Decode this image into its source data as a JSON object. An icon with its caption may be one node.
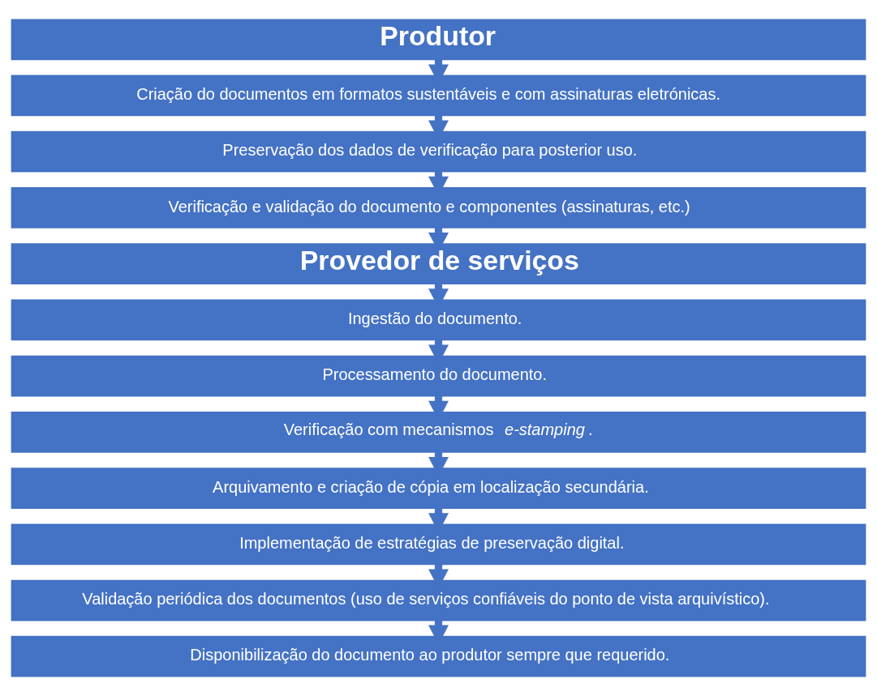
{
  "diagram": {
    "nodes": [
      {
        "text": [
          "Produtor"
        ]
      },
      {
        "text": [
          "Criação do documentos em formatos sustentáveis e com assinaturas eletrónicas."
        ]
      },
      {
        "text": [
          "Preservação dos dados de verificação para posterior uso."
        ]
      },
      {
        "text": [
          "Verificação e validação do documento e componentes (assinaturas, etc.)"
        ]
      },
      {
        "text": [
          "Provedor de serviços"
        ]
      },
      {
        "text": [
          "Ingestão do documento."
        ]
      },
      {
        "text": [
          "Processamento do documento."
        ]
      },
      {
        "text": [
          "Verificação com mecanismos *e-stamping*."
        ]
      },
      {
        "text": [
          "Arquivamento e criação de cópia em localização secundária."
        ]
      },
      {
        "text": [
          "Implementação de estratégias de preservação digital."
        ]
      },
      {
        "text": [
          "Validação periódica dos documentos (uso de serviços confiáveis do ponto de vista arquivístico)."
        ]
      },
      {
        "text": [
          "Disponibilização do documento ao produtor sempre que requerido."
        ]
      }
    ],
    "edges": [
      {
        "from": 0,
        "to": 1,
        "arrow": "to"
      },
      {
        "from": 1,
        "to": 2,
        "arrow": "to"
      },
      {
        "from": 2,
        "to": 3,
        "arrow": "to"
      },
      {
        "from": 3,
        "to": 4,
        "arrow": "to"
      },
      {
        "from": 4,
        "to": 5,
        "arrow": "to"
      },
      {
        "from": 5,
        "to": 6,
        "arrow": "to"
      },
      {
        "from": 6,
        "to": 7,
        "arrow": "to"
      },
      {
        "from": 7,
        "to": 8,
        "arrow": "to"
      },
      {
        "from": 8,
        "to": 9,
        "arrow": "to"
      },
      {
        "from": 9,
        "to": 10,
        "arrow": "to"
      },
      {
        "from": 10,
        "to": 11,
        "arrow": "to"
      }
    ]
  }
}
